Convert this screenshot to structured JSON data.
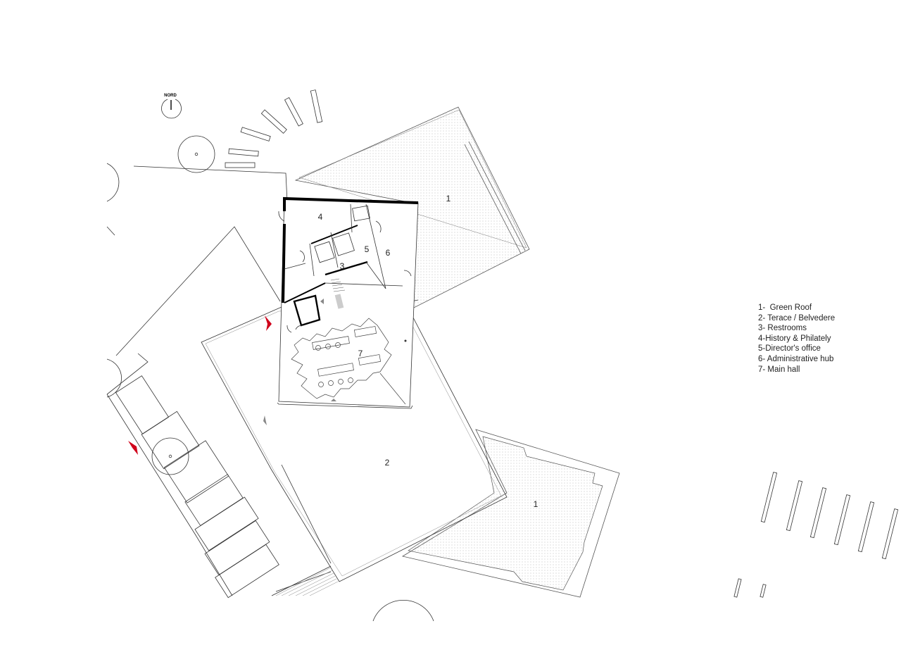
{
  "north_label": "NORD",
  "room_numbers": {
    "green_roof_upper": "1",
    "green_roof_lower": "1",
    "terrace": "2",
    "restrooms": "3",
    "history": "4",
    "director": "5",
    "admin": "6",
    "main_hall": "7"
  },
  "legend": [
    "1-  Green Roof",
    "2- Terace / Belvedere",
    "3- Restrooms",
    "4-History & Philately",
    "5-Director's office",
    "6- Administrative hub",
    "7- Main hall"
  ],
  "colors": {
    "line": "#333333",
    "wall": "#000000",
    "entrance_marker": "#d0021b",
    "hatch": "#bdbdbd"
  }
}
